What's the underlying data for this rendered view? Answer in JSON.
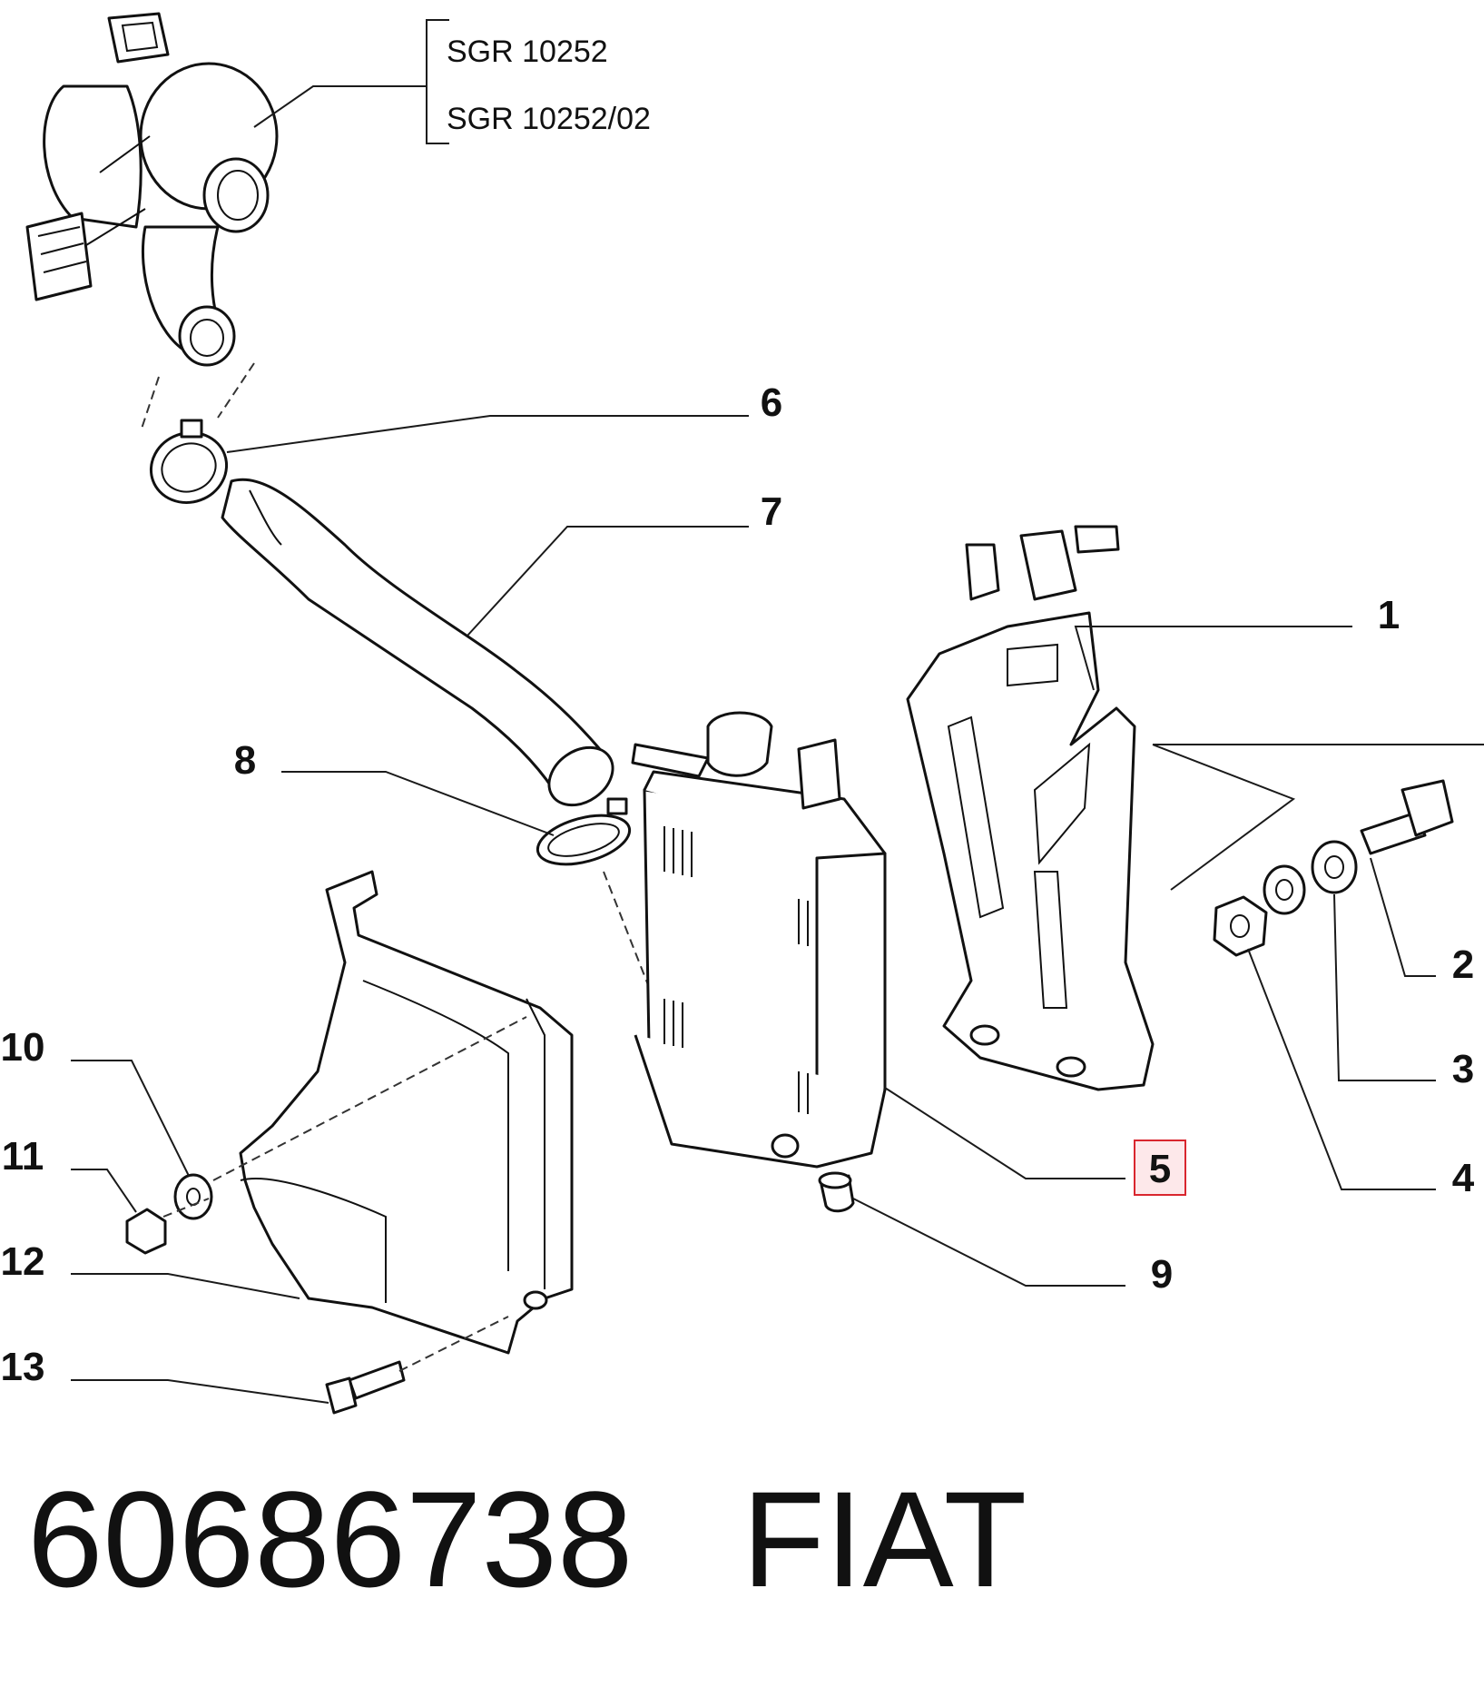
{
  "turbo_refs": [
    "SGR 10252",
    "SGR 10252/02"
  ],
  "callouts": [
    {
      "id": "1",
      "label": "1",
      "highlighted": false
    },
    {
      "id": "2",
      "label": "2",
      "highlighted": false
    },
    {
      "id": "3",
      "label": "3",
      "highlighted": false
    },
    {
      "id": "4",
      "label": "4",
      "highlighted": false
    },
    {
      "id": "5",
      "label": "5",
      "highlighted": true
    },
    {
      "id": "6",
      "label": "6",
      "highlighted": false
    },
    {
      "id": "7",
      "label": "7",
      "highlighted": false
    },
    {
      "id": "8",
      "label": "8",
      "highlighted": false
    },
    {
      "id": "9",
      "label": "9",
      "highlighted": false
    },
    {
      "id": "10",
      "label": "10",
      "highlighted": false
    },
    {
      "id": "11",
      "label": "11",
      "highlighted": false
    },
    {
      "id": "12",
      "label": "12",
      "highlighted": false
    },
    {
      "id": "13",
      "label": "13",
      "highlighted": false
    }
  ],
  "highlight_color": "#d9262e",
  "highlight_fill": "#fde8ea",
  "footer": {
    "part_number": "60686738",
    "brand": "FIAT"
  }
}
